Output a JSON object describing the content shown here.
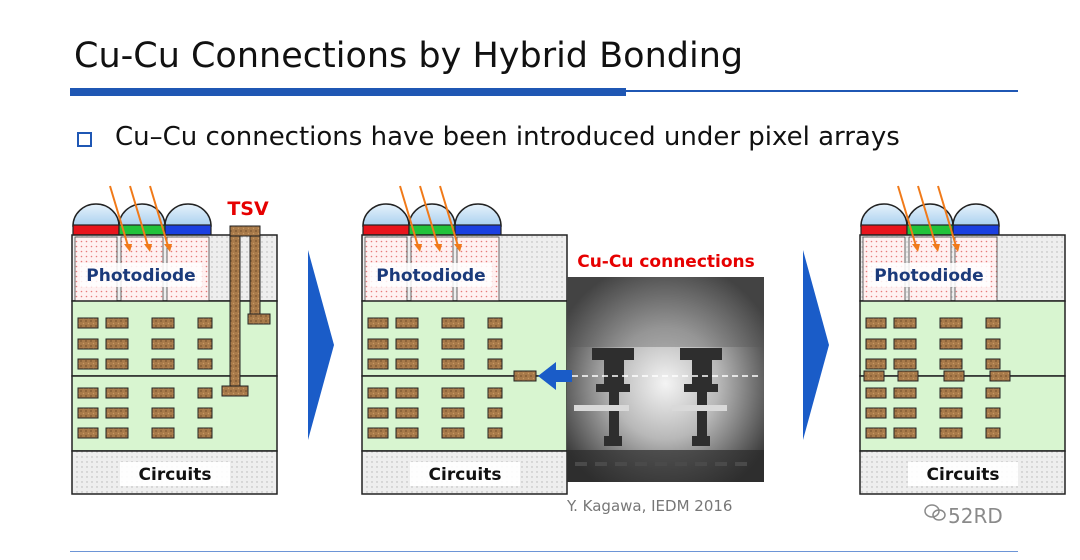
{
  "slide": {
    "title": "Cu-Cu Connections by Hybrid Bonding",
    "bullet": "Cu–Cu connections have been introduced under pixel arrays",
    "citation": "Y. Kagawa, IEDM 2016",
    "watermark": "52RD"
  },
  "diagram": {
    "panels": [
      {
        "photodiode_label": "Photodiode",
        "circuits_label": "Circuits",
        "callout": "TSV"
      },
      {
        "photodiode_label": "Photodiode",
        "circuits_label": "Circuits"
      },
      {
        "photodiode_label": "Photodiode",
        "circuits_label": "Circuits"
      }
    ],
    "photo_label": "Cu-Cu connections",
    "colors": {
      "accent_blue": "#1f57b4",
      "chevron_blue": "#1a5cc8",
      "callout_red": "#e60000",
      "silicon_green": "#d8f5d0",
      "copper": "#a87a4a",
      "filter_red": "#e8141c",
      "filter_green": "#22c23a",
      "filter_blue": "#1b3fe0",
      "light_ray": "#f07a1a"
    }
  }
}
